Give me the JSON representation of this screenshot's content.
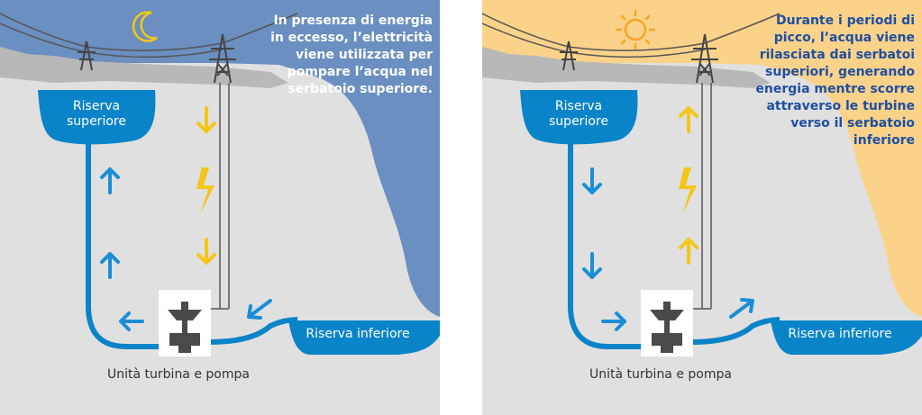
{
  "panels": [
    {
      "mode": "night",
      "description": "In presenza di energia in eccesso, l’elettricità viene utilizzata per pompare l’acqua nel serbatoio superiore.",
      "upper_reservoir": "Riserva superiore",
      "lower_reservoir": "Riserva inferiore",
      "unit": "Unità turbina e pompa",
      "sky_color": "#6a8fc0",
      "celestial_icon": "moon-icon",
      "water_flow": "up",
      "energy_flow": "down"
    },
    {
      "mode": "day",
      "description": "Durante i periodi di picco, l’acqua viene rilasciata dai serbatoi superiori, generando energia mentre scorre attraverso le turbine verso il serbatoio inferiore",
      "upper_reservoir": "Riserva superiore",
      "lower_reservoir": "Riserva inferiore",
      "unit": "Unità turbina e pompa",
      "sky_color": "#fbd28a",
      "celestial_icon": "sun-icon",
      "water_flow": "down",
      "energy_flow": "up"
    }
  ],
  "colors": {
    "water": "#0a84c8",
    "arrow": "#1a8ed6",
    "energy": "#f5c518",
    "ground": "#e0e0e0"
  }
}
